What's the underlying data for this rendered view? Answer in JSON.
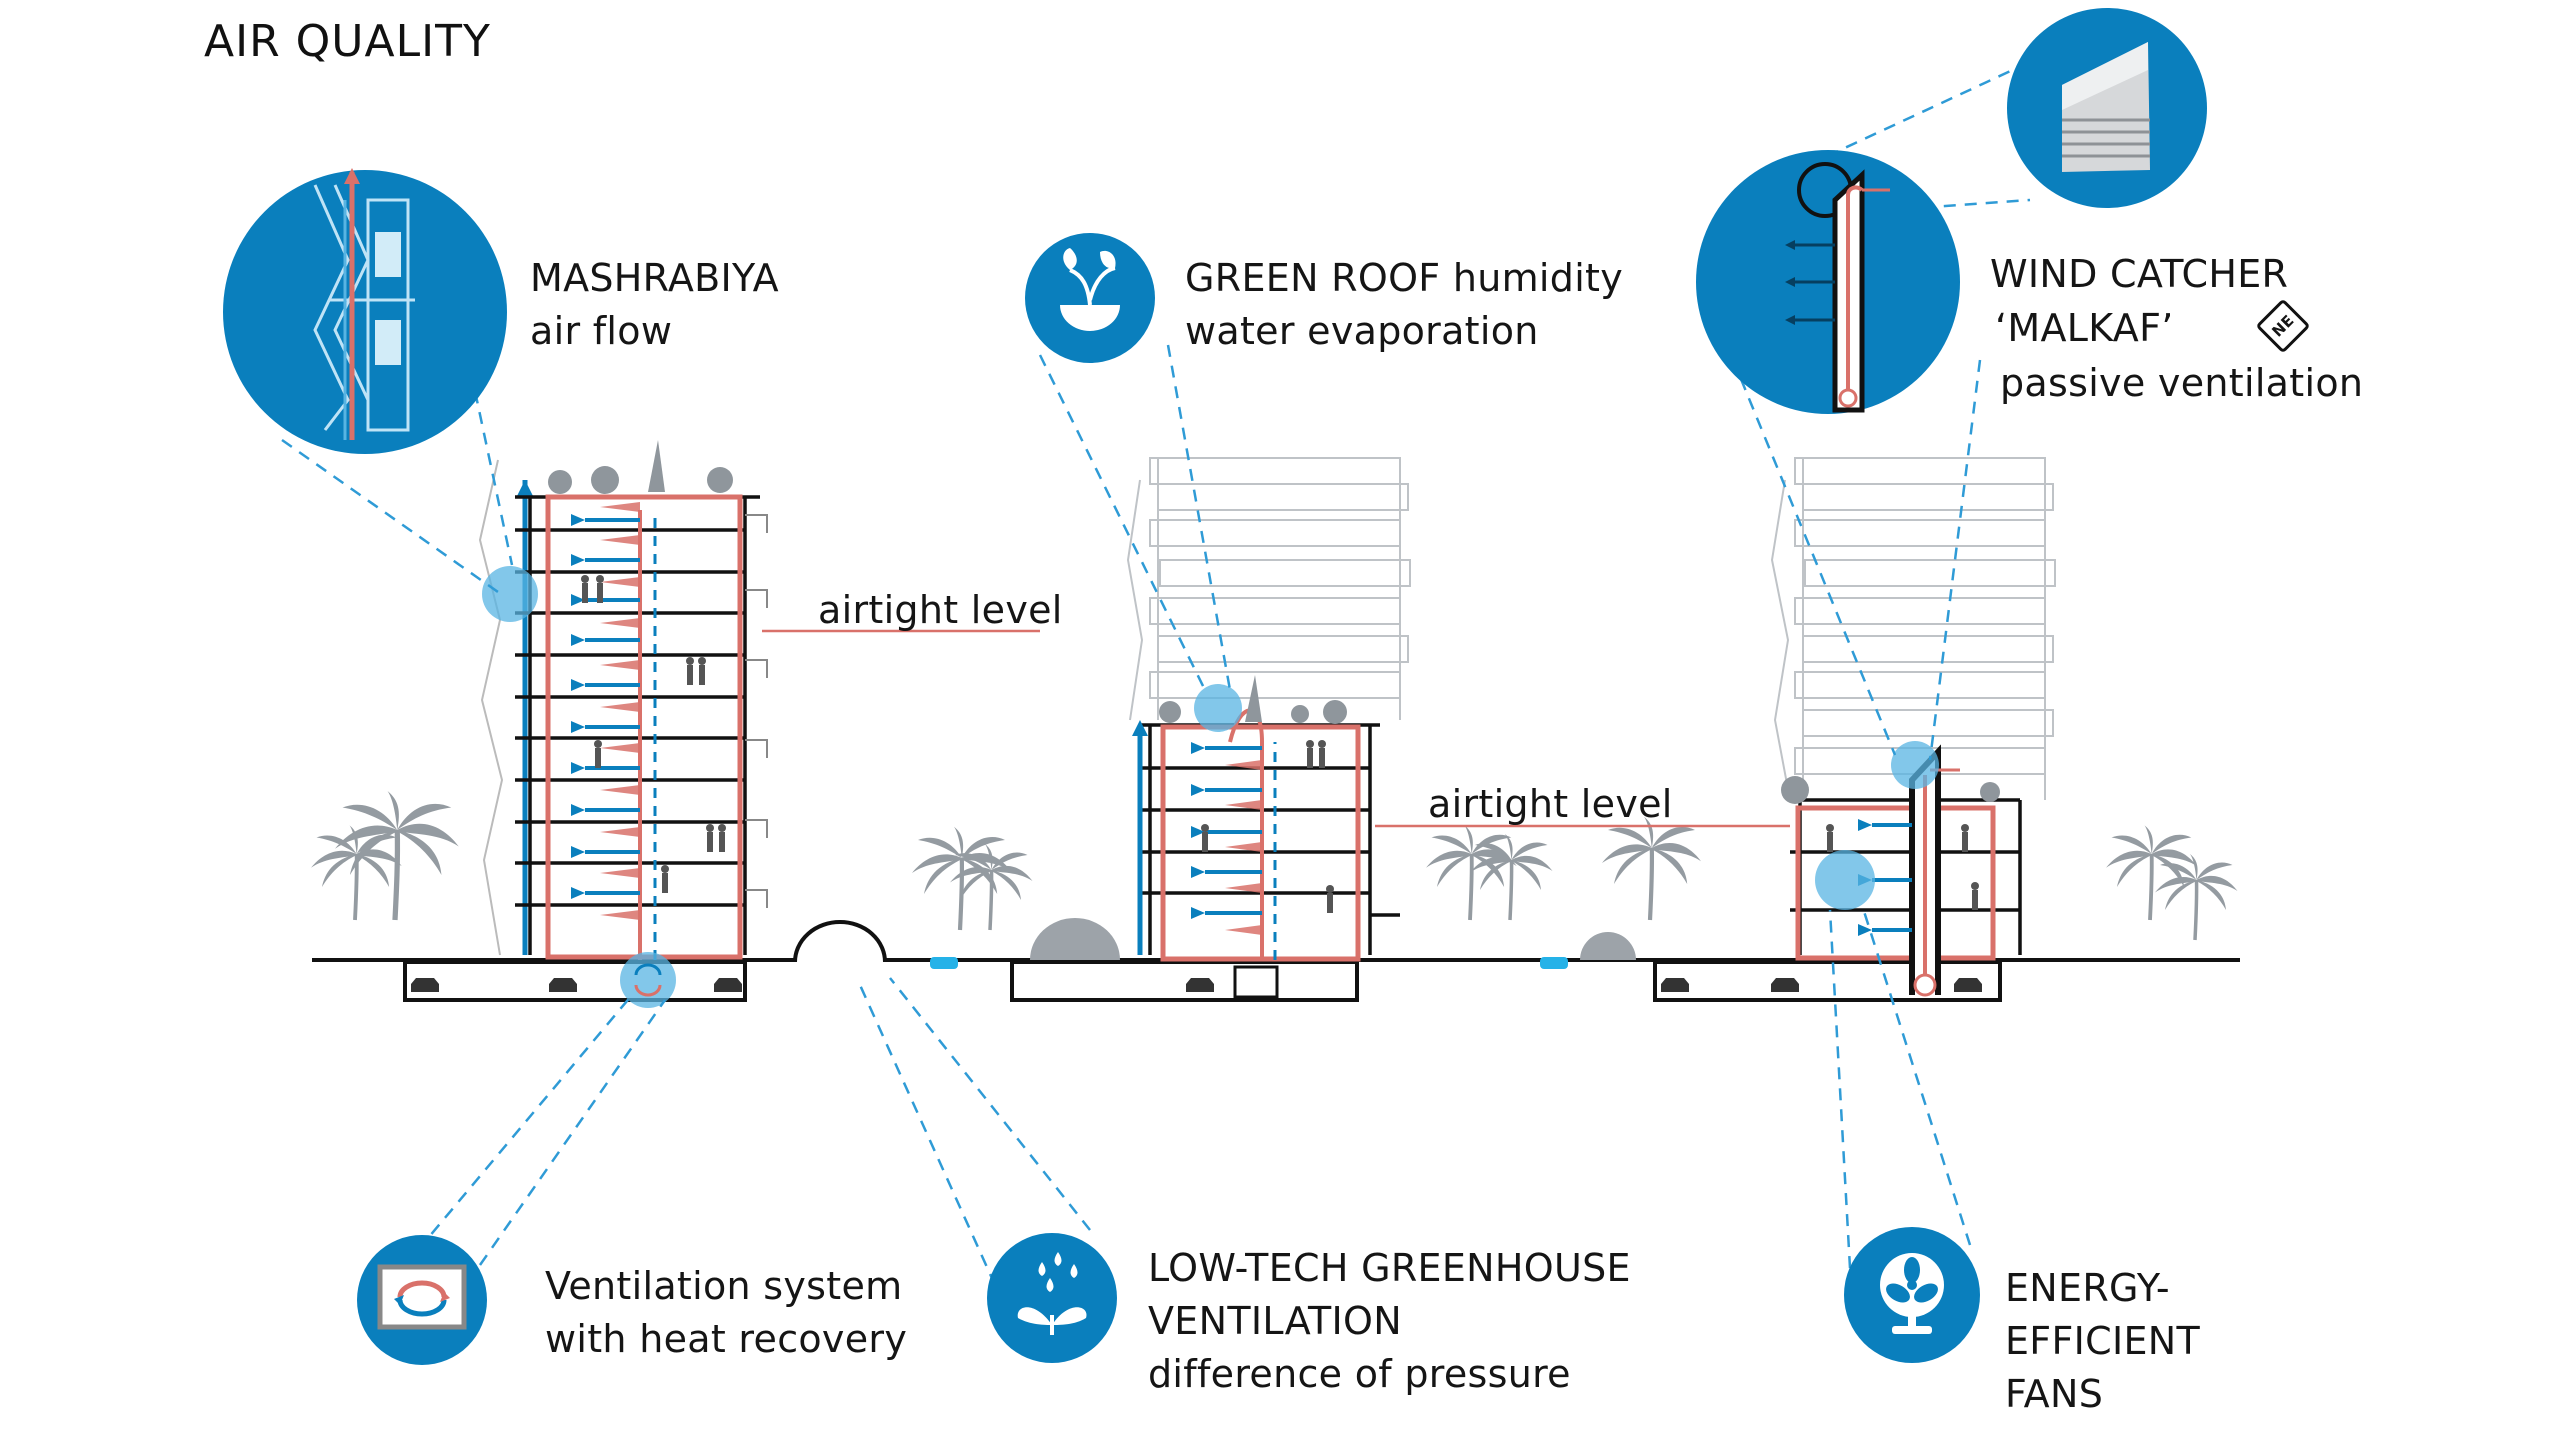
{
  "title": "AIR QUALITY",
  "colors": {
    "blue": "#0a7fbd",
    "light_blue": "#58b4e3",
    "red": "#d9716a",
    "gray": "#9da3a9",
    "line_dash": "#2f9bd6"
  },
  "labels": {
    "mashrabiya": {
      "line1": "MASHRABIYA",
      "line2": "air flow"
    },
    "green_roof": {
      "line1": "GREEN ROOF  humidity",
      "line2": "water evaporation"
    },
    "wind_catcher": {
      "line1": "WIND CATCHER",
      "line2": "‘MALKAF’",
      "line3": "passive ventilation",
      "badge": "NE"
    },
    "airtight_1": "airtight level",
    "airtight_2": "airtight level",
    "ventilation": {
      "line1": "Ventilation system",
      "line2": "with heat recovery"
    },
    "greenhouse": {
      "line1": "LOW-TECH GREENHOUSE",
      "line2": "VENTILATION",
      "line3": "difference of pressure"
    },
    "fans": {
      "line1": "ENERGY-",
      "line2": "EFFICIENT",
      "line3": "FANS"
    }
  },
  "icons": {
    "mashrabiya_detail": "mashrabiya-detail-icon",
    "green_roof": "plant-bowl-icon",
    "wind_catcher_detail": "wind-catcher-detail-icon",
    "wind_catcher_photo": "wind-catcher-tower-icon",
    "ventilation": "heat-recovery-icon",
    "greenhouse": "water-drops-plant-icon",
    "fans": "fan-icon"
  }
}
